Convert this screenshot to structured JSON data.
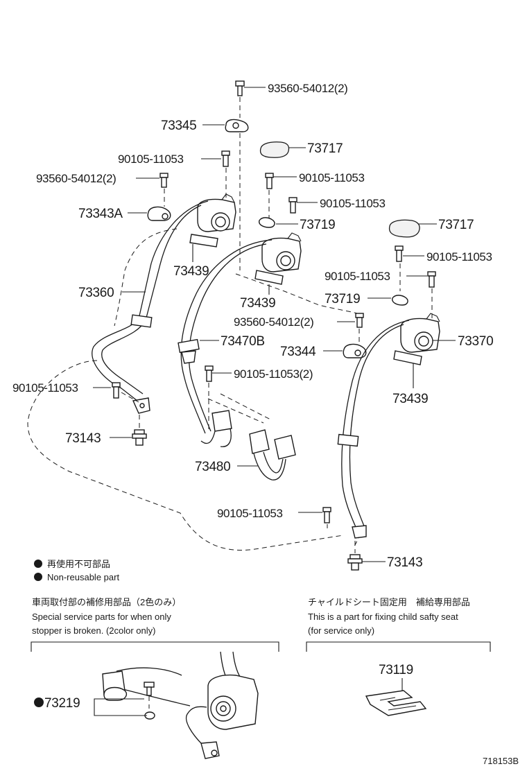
{
  "diagram": {
    "part_labels": {
      "p93560_top": "93560-54012(2)",
      "p73345": "73345",
      "p73717_a": "73717",
      "p90105_a": "90105-11053",
      "p90105_b": "90105-11053",
      "p93560_left": "93560-54012(2)",
      "p90105_c": "90105-11053",
      "p73343A": "73343A",
      "p73719_a": "73719",
      "p73717_b": "73717",
      "p90105_d": "90105-11053",
      "p73439_a": "73439",
      "p90105_e": "90105-11053",
      "p73360": "73360",
      "p73439_b": "73439",
      "p73719_b": "73719",
      "p93560_mid": "93560-54012(2)",
      "p73470B": "73470B",
      "p73370": "73370",
      "p73344": "73344",
      "p90105_f": "90105-11053",
      "p90105_g": "90105-11053(2)",
      "p73439_c": "73439",
      "p73143_a": "73143",
      "p73480": "73480",
      "p90105_h": "90105-11053",
      "p73143_b": "73143",
      "p73219": "73219",
      "p73119": "73119"
    },
    "legend": {
      "jp": "再使用不可部品",
      "en": "Non-reusable part"
    },
    "sections": {
      "left": {
        "jp": "車両取付部の補修用部品（2色のみ）",
        "en_line1": "Special service parts for when only",
        "en_line2": "stopper is broken. (2color only)"
      },
      "right": {
        "jp": "チャイルドシート固定用　補給専用部品",
        "en_line1": "This is a part for fixing child safty seat",
        "en_line2": "(for service only)"
      }
    },
    "figure_id": "718153B"
  }
}
